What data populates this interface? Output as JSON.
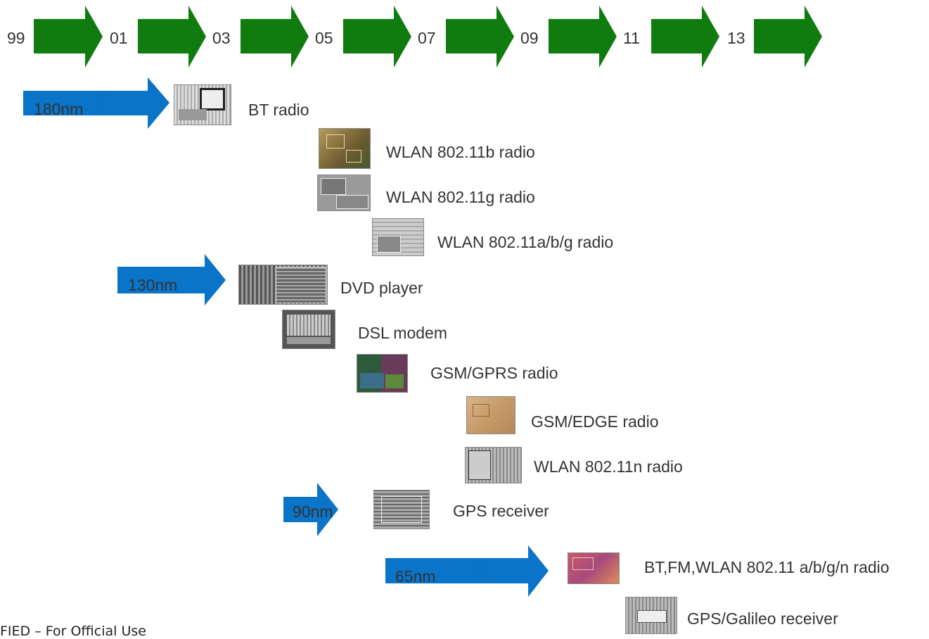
{
  "timeline": {
    "years": [
      "99",
      "01",
      "03",
      "05",
      "07",
      "09",
      "11",
      "13"
    ],
    "arrow_color": "#107c10"
  },
  "nodes": {
    "n180": "180nm",
    "n130": "130nm",
    "n90": "90nm",
    "n65": "65nm",
    "arrow_color": "#0a74c8"
  },
  "products": [
    {
      "label": "BT radio",
      "icon": "die-photo-gray"
    },
    {
      "label": "WLAN 802.11b radio",
      "icon": "die-photo-gold"
    },
    {
      "label": "WLAN 802.11g radio",
      "icon": "die-photo-gray"
    },
    {
      "label": "WLAN 802.11a/b/g radio",
      "icon": "die-photo-gray"
    },
    {
      "label": "DVD player",
      "icon": "die-photo-gray"
    },
    {
      "label": "DSL modem",
      "icon": "die-photo-gray"
    },
    {
      "label": "GSM/GPRS radio",
      "icon": "die-photo-color"
    },
    {
      "label": "GSM/EDGE radio",
      "icon": "die-photo-gold"
    },
    {
      "label": "WLAN 802.11n radio",
      "icon": "die-photo-gray"
    },
    {
      "label": "GPS receiver",
      "icon": "die-photo-gray"
    },
    {
      "label": "BT,FM,WLAN 802.11 a/b/g/n radio",
      "icon": "die-photo-pink"
    },
    {
      "label": "GPS/Galileo receiver",
      "icon": "die-photo-gray"
    }
  ],
  "footer": "FIED – For Official Use"
}
